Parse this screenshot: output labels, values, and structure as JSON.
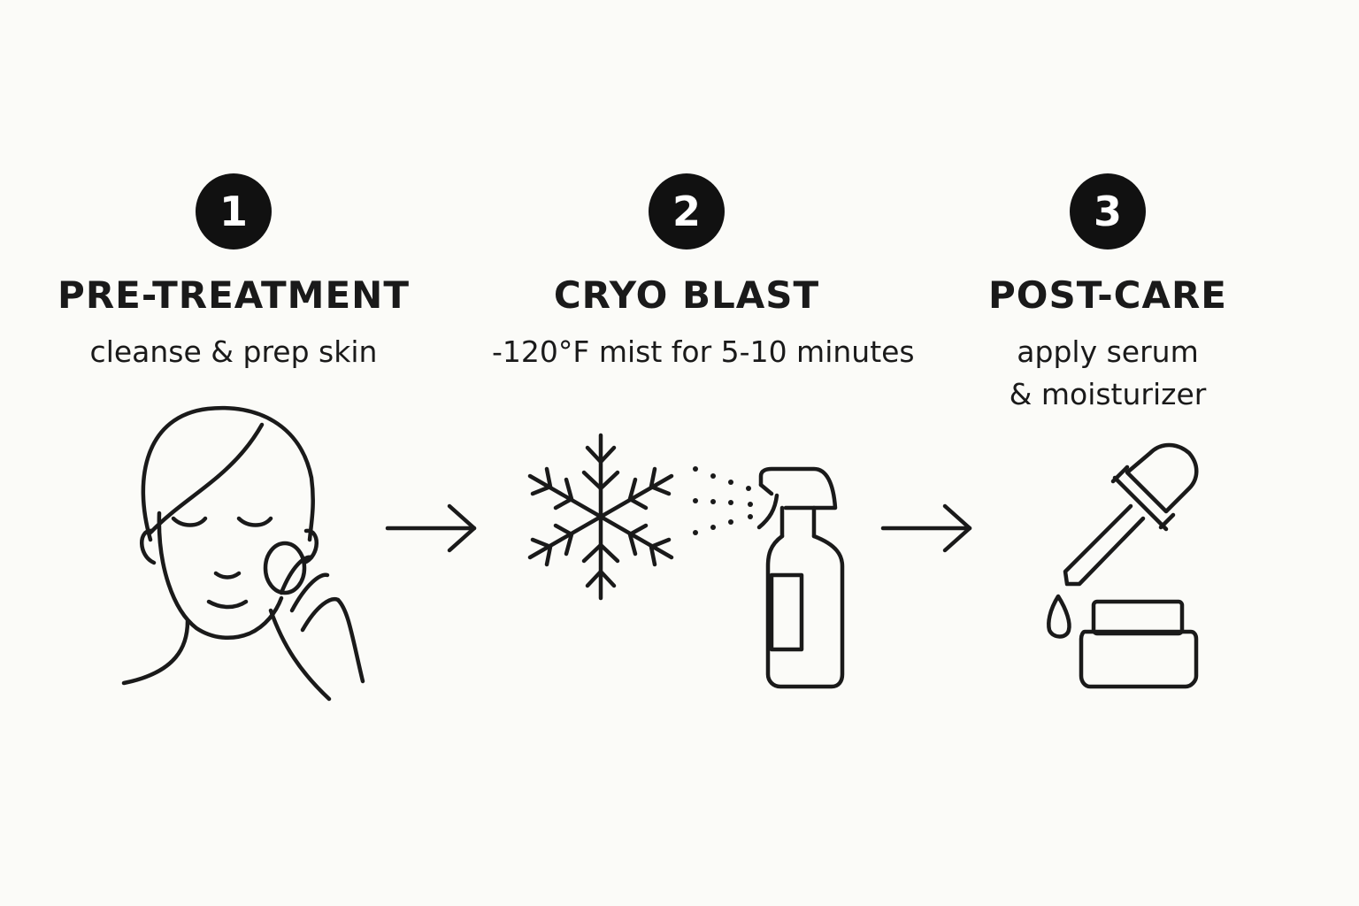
{
  "steps": [
    {
      "number": "1",
      "title": "PRE-TREATMENT",
      "description_lines": [
        "cleanse & prep skin"
      ],
      "icon": "face-cleansing-icon"
    },
    {
      "number": "2",
      "title": "CRYO BLAST",
      "description_lines": [
        "-120°F mist for 5-10 minutes"
      ],
      "icon": "snowflake-spray-bottle-icon"
    },
    {
      "number": "3",
      "title": "POST-CARE",
      "description_lines": [
        "apply serum",
        "& moisturizer"
      ],
      "icon": "dropper-jar-icon"
    }
  ],
  "connectors": [
    "right-arrow-icon",
    "right-arrow-icon"
  ],
  "colors": {
    "background": "#fbfbf8",
    "ink": "#1a1a1a",
    "badge": "#111111",
    "badge_text": "#ffffff"
  }
}
